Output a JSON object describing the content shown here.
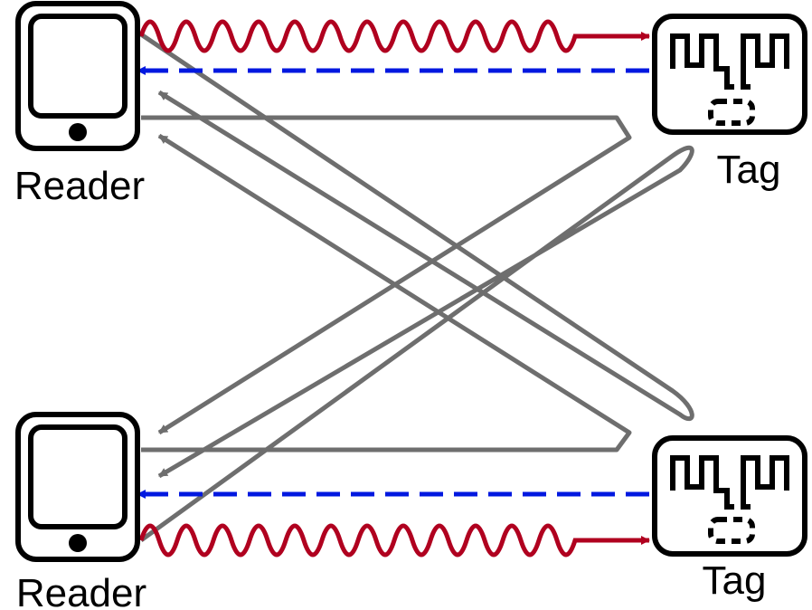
{
  "labels": {
    "reader_top": "Reader",
    "reader_bottom": "Reader",
    "tag_top": "Tag",
    "tag_bottom": "Tag"
  },
  "colors": {
    "query_wave": "#b0001f",
    "tag_response": "#0018e0",
    "interference": "#6e6e6e",
    "device_outline": "#000000"
  },
  "icons": {
    "reader": "phone-reader-icon",
    "tag": "rfid-tag-icon"
  }
}
